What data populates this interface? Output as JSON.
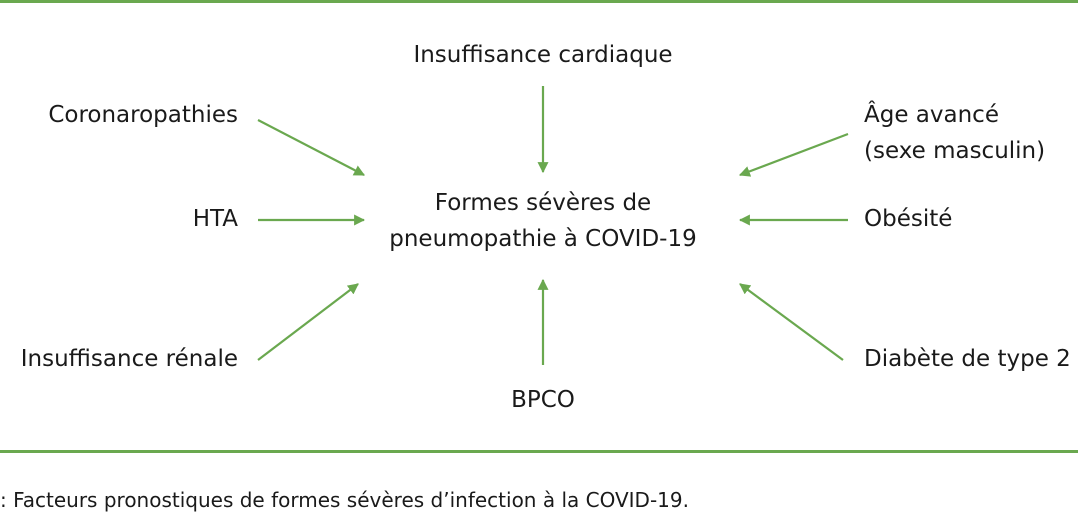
{
  "theme": {
    "accent": "#6aa84f",
    "text": "#1a1a1a"
  },
  "diagram": {
    "center": {
      "line1": "Formes sévères de",
      "line2": "pneumopathie à COVID-19"
    },
    "factors": {
      "top": "Insuffisance cardiaque",
      "top_left": "Coronaropathies",
      "mid_left": "HTA",
      "bottom_left": "Insuffisance rénale",
      "bottom": "BPCO",
      "top_right_line1": "Âge avancé",
      "top_right_line2": "(sexe masculin)",
      "mid_right": "Obésité",
      "bottom_right": "Diabète de type 2"
    }
  },
  "caption": ": Facteurs pronostiques de formes sévères d’infection à la COVID-19."
}
